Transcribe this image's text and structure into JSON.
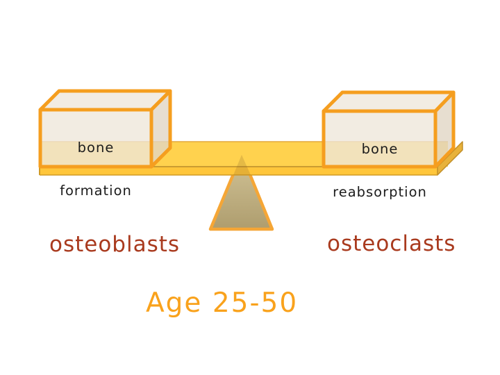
{
  "slide": {
    "background": "#FFFFFF",
    "balance": {
      "left_box": {
        "label_line1": "bone",
        "label_line2": "formation"
      },
      "right_box": {
        "label_line1": "bone",
        "label_line2": "reabsorption"
      },
      "left_caption": "osteoblasts",
      "right_caption": "osteoclasts",
      "bottom_caption": "Age 25-50"
    },
    "colors": {
      "box_outline": "#F59E1F",
      "box_front_face": "#EDE6D8",
      "box_top_face": "#F1EBE1",
      "box_side_face": "#E1D6C4",
      "beam_fill": "#FFD24E",
      "beam_strip": "#FFC63B",
      "beam_end_cap": "#E8B23A",
      "beam_edge_line": "#C08E28",
      "triangle_fill_top": "#D2C498",
      "triangle_fill_bottom": "#AE9D6E",
      "triangle_outline": "#F5A636",
      "caption_text": "#A93A1E",
      "age_text": "#F9A21C",
      "box_label_text": "#1C1C1C"
    }
  }
}
